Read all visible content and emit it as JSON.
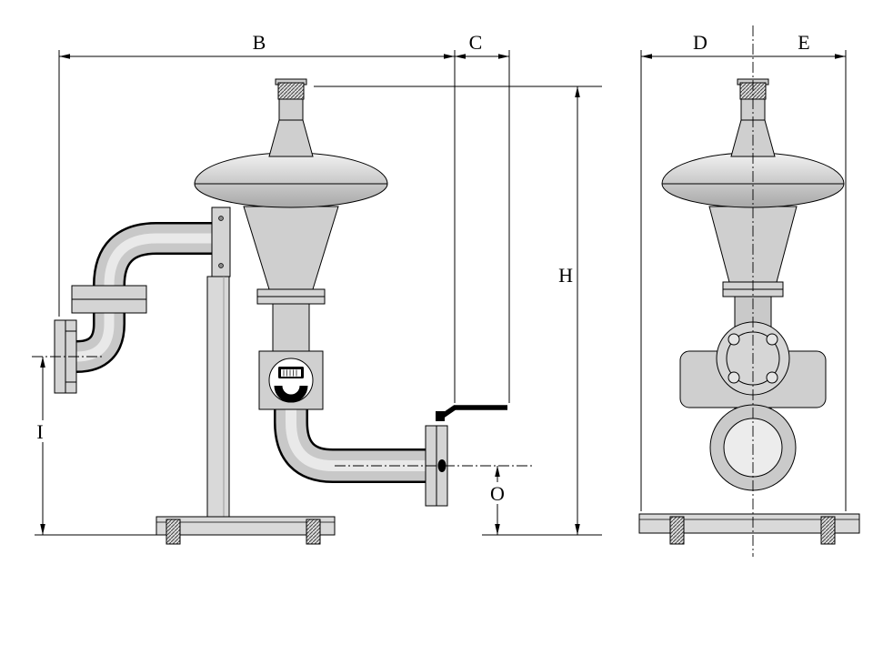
{
  "drawing": {
    "description": "dimensioned-technical-drawing-of-pressure-regulator-assembly",
    "labels": {
      "b": "B",
      "c": "C",
      "d": "D",
      "e": "E",
      "h": "H",
      "i": "I",
      "o": "O"
    },
    "palette": {
      "outline": "#000000",
      "fill_light": "#d9d9d9",
      "fill_mid": "#c8c8c8",
      "highlight": "#ececec"
    }
  }
}
